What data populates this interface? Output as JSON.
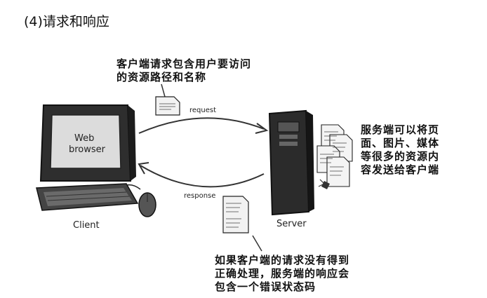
{
  "title": "(4)请求和响应",
  "notes": {
    "request_note": [
      "客户端请求包含用户要访问",
      "的资源路径和名称"
    ],
    "server_note": [
      "服务端可以将页",
      "面、图片、媒体",
      "等很多的资源内",
      "容发送给客户端"
    ],
    "response_note": [
      "如果客户端的请求没有得到",
      "正确处理，服务端的响应会",
      "包含一个错误状态码"
    ]
  },
  "labels": {
    "request": "request",
    "response": "response",
    "client": "Client",
    "server": "Server",
    "screen_line1": "Web",
    "screen_line2": "browser"
  },
  "icons": {
    "request_doc": "document-icon",
    "response_doc": "html-document-icon",
    "server_docs": "html-pages-stack-icon"
  }
}
